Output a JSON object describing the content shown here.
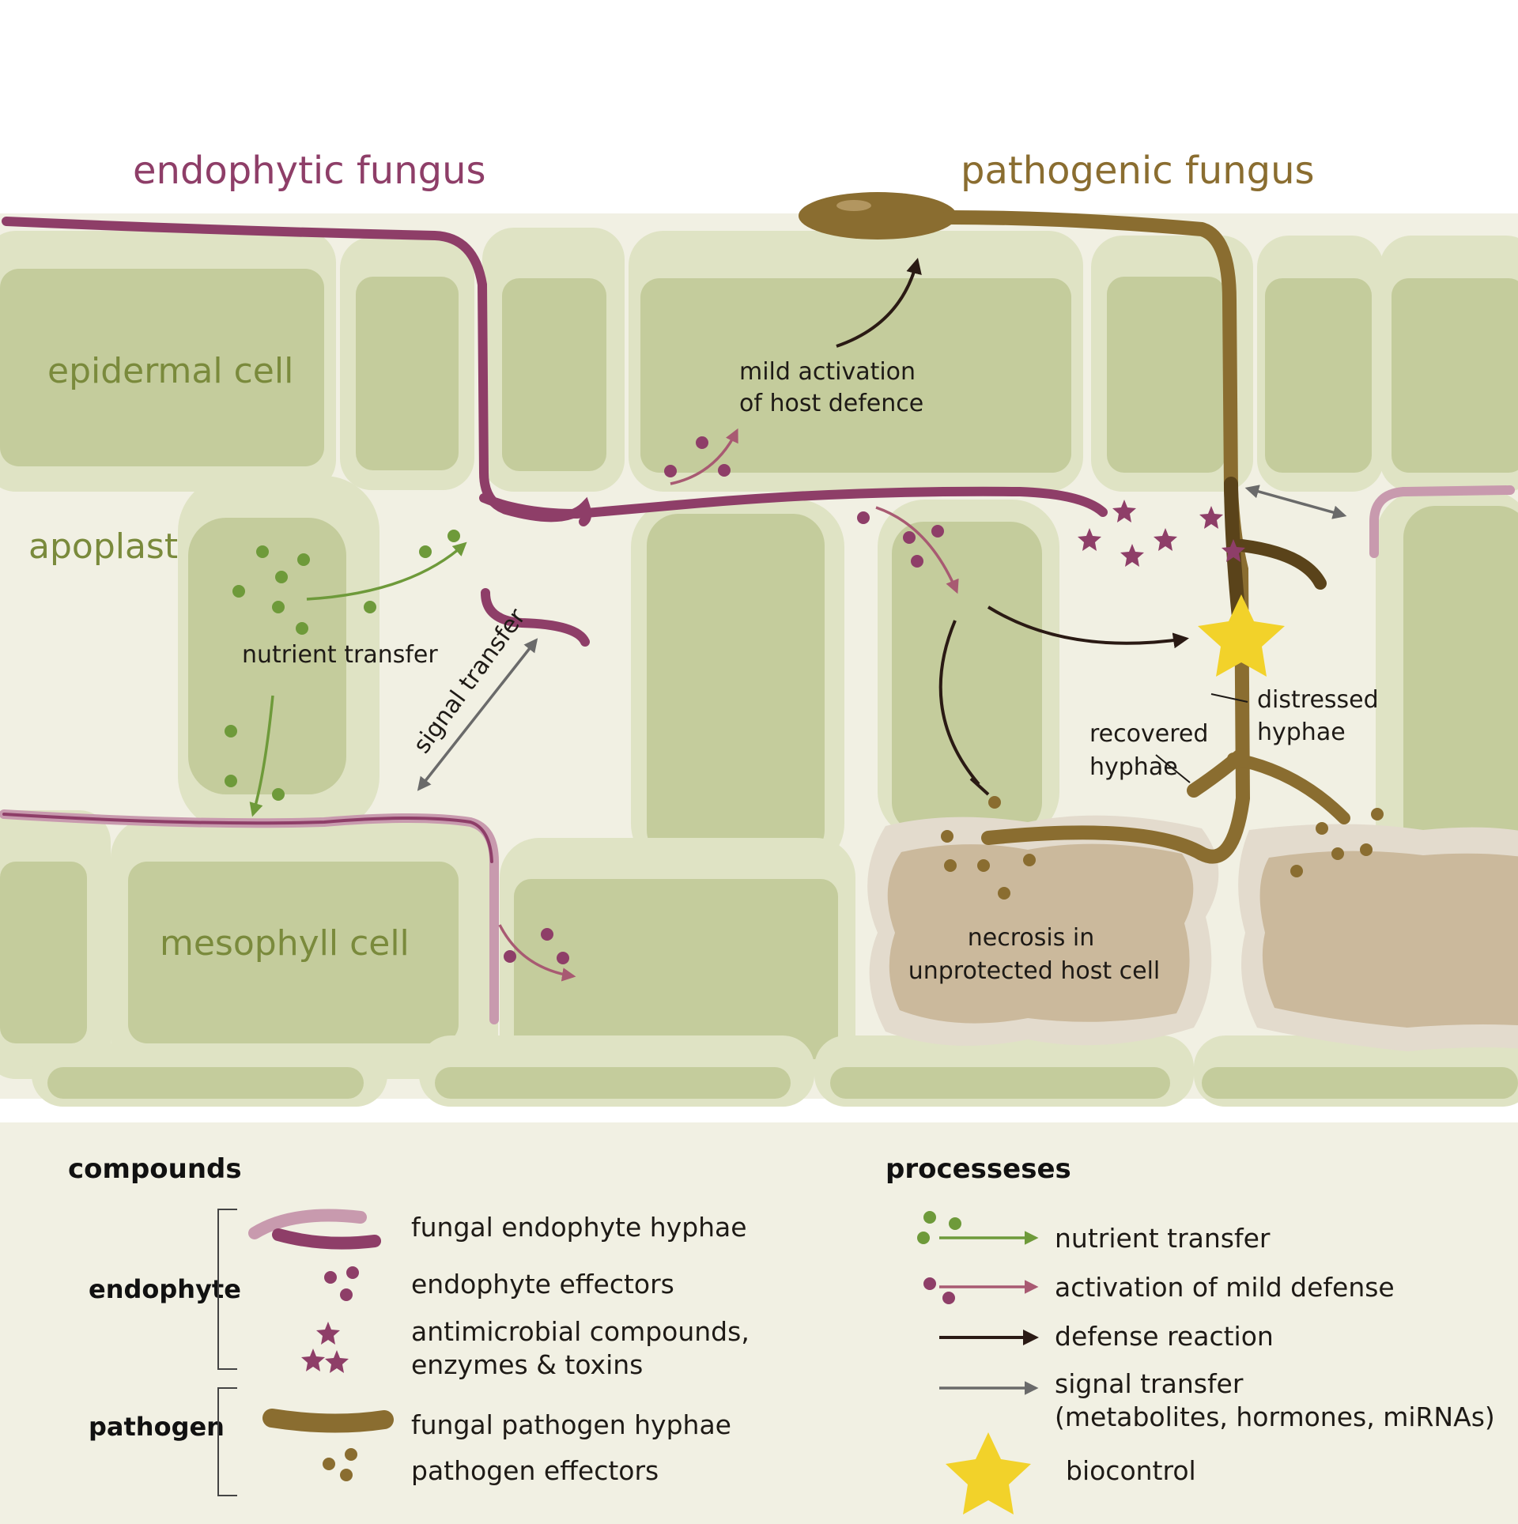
{
  "title_endophyte": "endophytic fungus",
  "title_pathogen": "pathogenic fungus",
  "labels": {
    "epidermal": "epidermal cell",
    "apoplast": "apoplast",
    "mesophyll": "mesophyll cell",
    "nutrient": "nutrient transfer",
    "signal": "signal transfer",
    "mild1": "mild activation",
    "mild2": "of host defence",
    "distressed1": "distressed",
    "distressed2": "hyphae",
    "recovered1": "recovered",
    "recovered2": "hyphae",
    "necrosis1": "necrosis in",
    "necrosis2": "unprotected host cell"
  },
  "legend": {
    "compounds_heading": "compounds",
    "endophyte_group": "endophyte",
    "pathogen_group": "pathogen",
    "items": {
      "endo_hyphae": "fungal endophyte hyphae",
      "endo_effectors": "endophyte effectors",
      "antimicrobial1": "antimicrobial compounds,",
      "antimicrobial2": "enzymes & toxins",
      "path_hyphae": "fungal pathogen hyphae",
      "path_effectors": "pathogen effectors"
    },
    "processes_heading": "processeses",
    "processes": {
      "nutrient": "nutrient transfer",
      "mild": "activation of mild defense",
      "defense": "defense reaction",
      "signal1": "signal transfer",
      "signal2": "(metabolites, hormones, miRNAs)",
      "biocontrol": "biocontrol"
    }
  },
  "colors": {
    "endophyte": "#8e3e68",
    "endophyte_light": "#c89aae",
    "pathogen": "#8a6d30",
    "nutrient": "#6e9a3a",
    "mild": "#a85a72",
    "defense": "#2a1a14",
    "signal": "#6a6a6a",
    "biocontrol": "#f2d22a",
    "cell_fill": "#c4cc9c",
    "cell_wall": "#dfe3c4",
    "necrotic": "#cbb99c",
    "apoplast_bg": "#f1f0e3"
  }
}
